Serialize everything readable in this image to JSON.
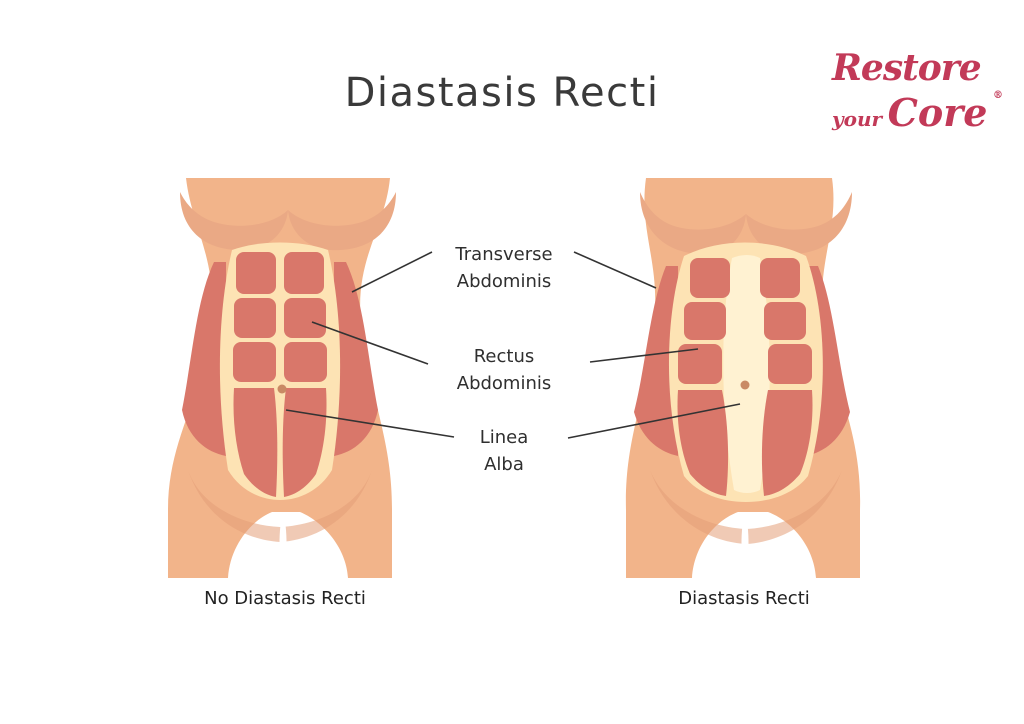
{
  "title": "Diastasis Recti",
  "labels": {
    "transverse": [
      "Transverse",
      "Abdominis"
    ],
    "rectus": [
      "Rectus",
      "Abdominis"
    ],
    "linea": [
      "Linea",
      "Alba"
    ]
  },
  "captions": {
    "left": "No Diastasis Recti",
    "right": "Diastasis Recti"
  },
  "logo": {
    "line1": "Restore",
    "line2a": "your",
    "line2b": "Core",
    "mark": "®",
    "color": "#c23a58"
  },
  "colors": {
    "skin": "#f2b48a",
    "skin_dark": "#e39e78",
    "fascia": "#fde3b4",
    "muscle": "#d9776a",
    "muscle_line": "#b85a50",
    "leader": "#333333"
  }
}
